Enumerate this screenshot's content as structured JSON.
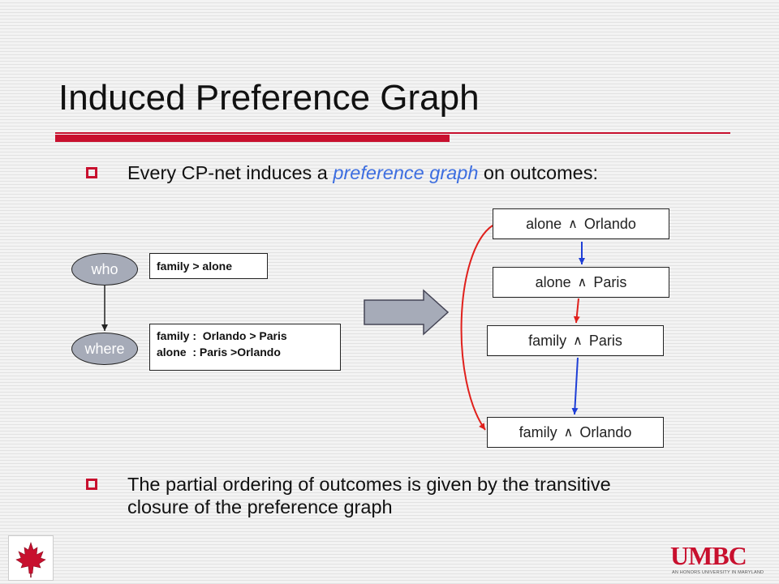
{
  "slide": {
    "title": "Induced Preference Graph",
    "bullet1": {
      "before": "Every CP-net induces a ",
      "emphasis": "preference graph",
      "after": " on outcomes:"
    },
    "bullet2": {
      "line1": "The partial ordering of outcomes is given by the transitive",
      "line2": "closure of the preference graph"
    }
  },
  "cpnet": {
    "nodes": [
      "who",
      "where"
    ],
    "who_cpt": "family > alone",
    "where_cpt": [
      "family :  Orlando > Paris",
      "alone  : Paris >Orlando"
    ]
  },
  "outcomes": {
    "and_symbol": "∧",
    "items": [
      {
        "left": "alone",
        "right": "Orlando"
      },
      {
        "left": "alone",
        "right": "Paris"
      },
      {
        "left": "family",
        "right": "Paris"
      },
      {
        "left": "family",
        "right": "Orlando"
      }
    ]
  },
  "colors": {
    "accent": "#c8102e",
    "emphasis_text": "#3d6ee0",
    "node_fill": "#a6abb8",
    "edge_blue": "#1f3fd6",
    "edge_red": "#e0201c",
    "arrow_fill": "#a6abb8"
  },
  "logos": {
    "right_text": "UMBC",
    "right_subtext": "AN HONORS UNIVERSITY IN MARYLAND",
    "left_icon": "maple-leaf-icon"
  }
}
